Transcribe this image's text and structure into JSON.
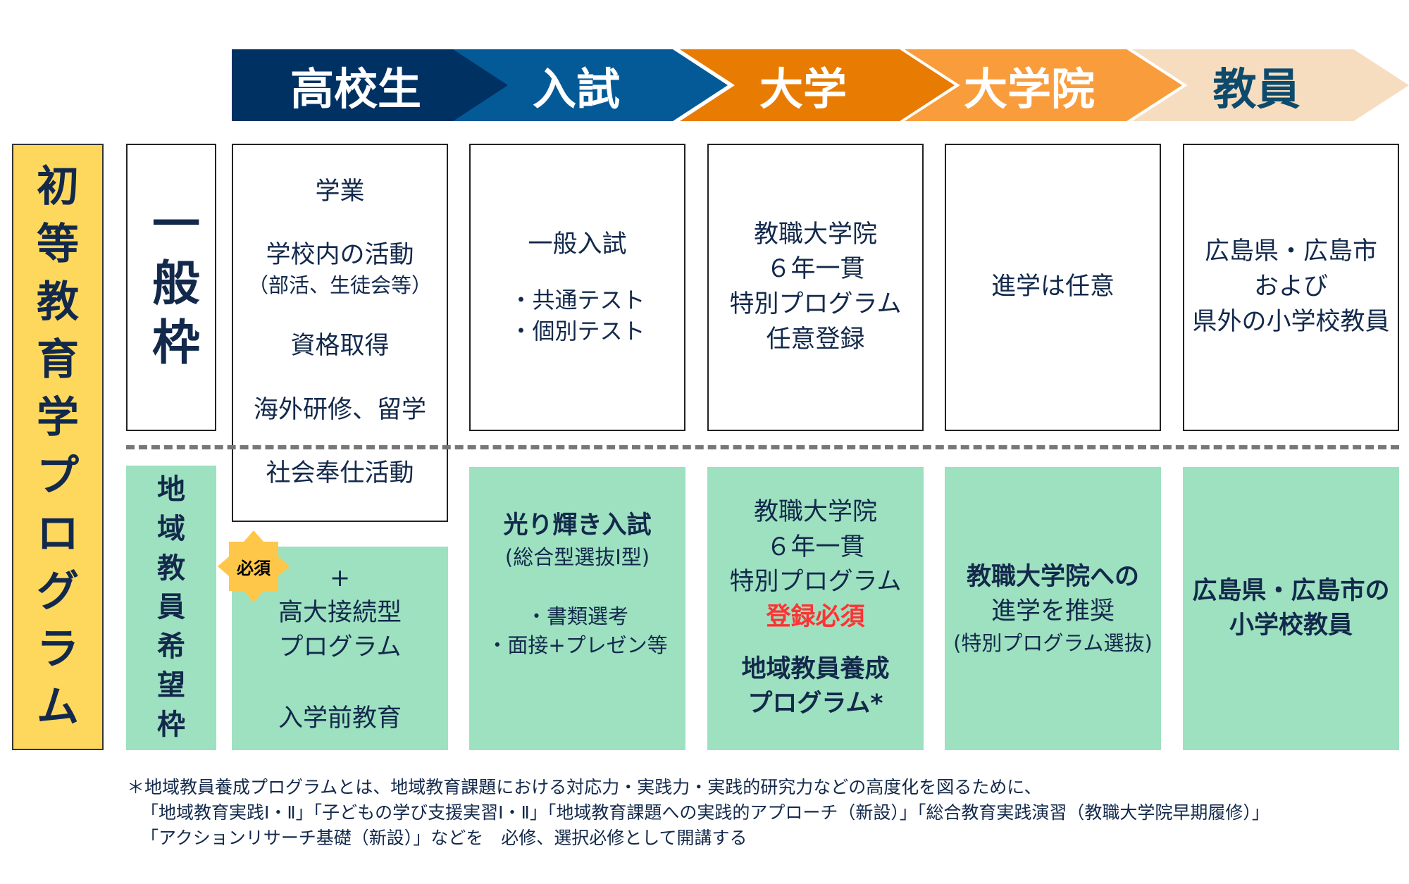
{
  "stages": [
    {
      "label": "高校生",
      "color": "#003163",
      "text_color": "#ffffff"
    },
    {
      "label": "入試",
      "color": "#035a96",
      "text_color": "#ffffff"
    },
    {
      "label": "大学",
      "color": "#e87b02",
      "text_color": "#ffffff"
    },
    {
      "label": "大学院",
      "color": "#f99d3c",
      "text_color": "#ffffff"
    },
    {
      "label": "教員",
      "color": "#f7ddc0",
      "text_color": "#0e4a6b"
    }
  ],
  "program_title": "初等教育学プログラム",
  "general": {
    "label": "一般枠",
    "highschool": [
      "学業",
      "学校内の活動",
      "（部活、生徒会等）",
      "資格取得",
      "海外研修、留学",
      "社会奉仕活動"
    ],
    "exam": {
      "title": "一般入試",
      "items": [
        "・共通テスト",
        "・個別テスト"
      ]
    },
    "university": [
      "教職大学院",
      "６年一貫",
      "特別プログラム",
      "任意登録"
    ],
    "graduate": "進学は任意",
    "teacher": [
      "広島県・広島市",
      "および",
      "県外の小学校教員"
    ]
  },
  "regional": {
    "label": "地域教員希望枠",
    "badge": "必須",
    "highschool": [
      "+",
      "高大接続型",
      "プログラム",
      "入学前教育"
    ],
    "exam": {
      "title": "光り輝き入試",
      "subtitle": "(総合型選抜Ⅰ型)",
      "items": [
        "・書類選考",
        "・面接+プレゼン等"
      ]
    },
    "university": {
      "lines": [
        "教職大学院",
        "６年一貫",
        "特別プログラム"
      ],
      "required": "登録必須",
      "program": [
        "地域教員養成",
        "プログラム*"
      ]
    },
    "graduate": {
      "lines": [
        "教職大学院への",
        "進学を推奨"
      ],
      "note": "(特別プログラム選抜)"
    },
    "teacher": [
      "広島県・広島市の",
      "小学校教員"
    ]
  },
  "footnote": [
    "＊地域教員養成プログラムとは、地域教育課題における対応力・実践力・実践的研究力などの高度化を図るために、",
    "「地域教育実践Ⅰ・Ⅱ」「子どもの学び支援実習Ⅰ・Ⅱ」「地域教育課題への実践的アプローチ（新設）」「総合教育実践演習（教職大学院早期履修）」",
    "「アクションリサーチ基礎（新設）」などを　必修、選択必修として開講する"
  ]
}
